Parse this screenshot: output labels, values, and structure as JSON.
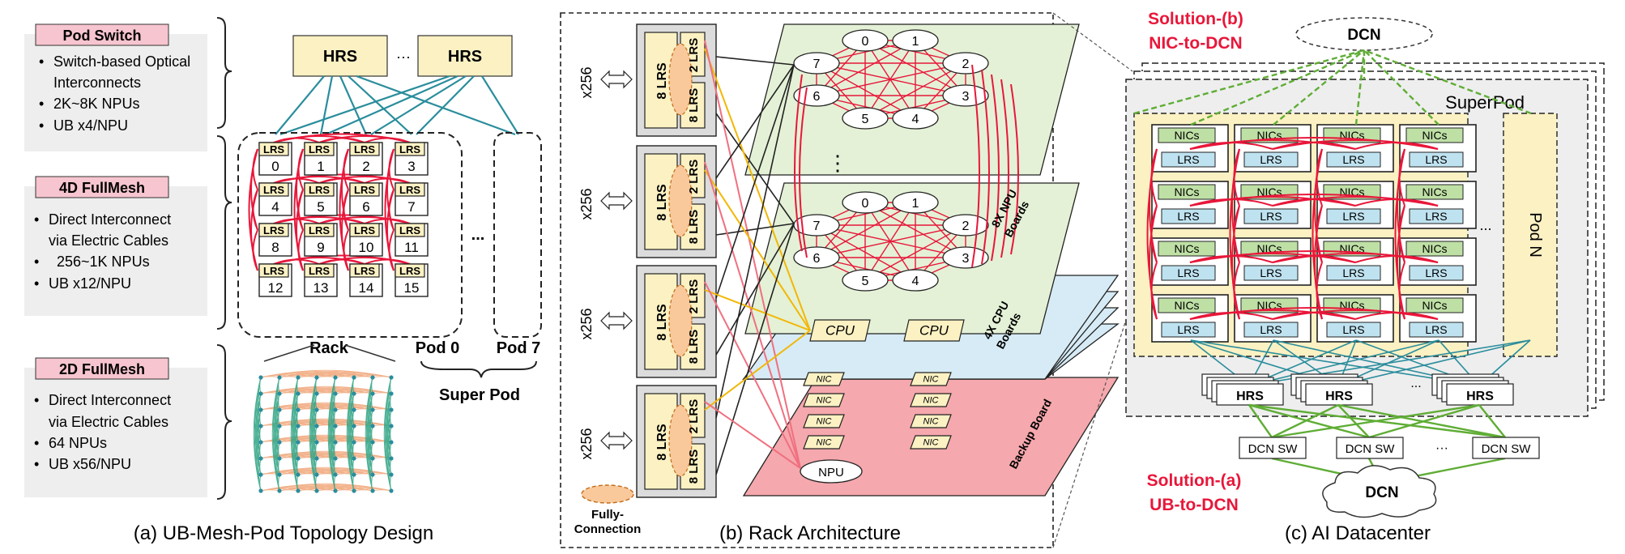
{
  "panel_a": {
    "caption": "(a) UB-Mesh-Pod Topology Design",
    "pod_switch": {
      "title": "Pod Switch",
      "bullets": [
        "Switch-based Optical",
        "Interconnects",
        "2K~8K NPUs",
        "UB x4/NPU"
      ]
    },
    "fullmesh_4d": {
      "title": "4D FullMesh",
      "bullets": [
        "Direct Interconnect",
        "via Electric Cables",
        "256~1K NPUs",
        "UB x12/NPU"
      ]
    },
    "fullmesh_2d": {
      "title": "2D FullMesh",
      "bullets": [
        "Direct Interconnect",
        "via Electric Cables",
        "64 NPUs",
        "UB x56/NPU"
      ]
    },
    "hrs_label": "HRS",
    "ellipsis": "···",
    "lrs_label": "LRS",
    "lrs_numbers": [
      "0",
      "1",
      "2",
      "3",
      "4",
      "5",
      "6",
      "7",
      "8",
      "9",
      "10",
      "11",
      "12",
      "13",
      "14",
      "15"
    ],
    "rack_label": "Rack",
    "pod0_label": "Pod 0",
    "pod7_label": "Pod 7",
    "superpod_label": "Super Pod",
    "dots": "..."
  },
  "panel_b": {
    "caption": "(b) Rack  Architecture",
    "x256": "x256",
    "lrs8": "8 LRS",
    "lrs2": "2 LRS",
    "fully_connection": [
      "Fully-",
      "Connection"
    ],
    "npu_board_nodes": [
      "0",
      "1",
      "2",
      "3",
      "4",
      "5",
      "6",
      "7"
    ],
    "npu_boards_label": [
      "8X NPU",
      "Boards"
    ],
    "cpu_boards_label": [
      "4X CPU",
      "Boards"
    ],
    "backup_board_label": "Backup Board",
    "cpu_label": "CPU",
    "nic_label": "NIC",
    "npu_label": "NPU",
    "vdots": "⋮"
  },
  "panel_c": {
    "caption": "(c) AI Datacenter",
    "solution_b": [
      "Solution-(b)",
      "NIC-to-DCN"
    ],
    "solution_a": [
      "Solution-(a)",
      "UB-to-DCN"
    ],
    "dcn": "DCN",
    "superpod": "SuperPod",
    "nics": "NICs",
    "lrs": "LRS",
    "hrs": "HRS",
    "pod_n": "Pod  N",
    "dcn_sw": "DCN SW",
    "ellipsis": "···",
    "dots": "..."
  },
  "colors": {
    "red": "#e8173a",
    "teal": "#2a8d9c",
    "green": "#5fad35",
    "pink": "#f7c5cf",
    "yellow": "#fbf1c3",
    "lightgreen": "#e4f1d6",
    "lightblue": "#d6ebf5",
    "gray": "#ececec"
  }
}
